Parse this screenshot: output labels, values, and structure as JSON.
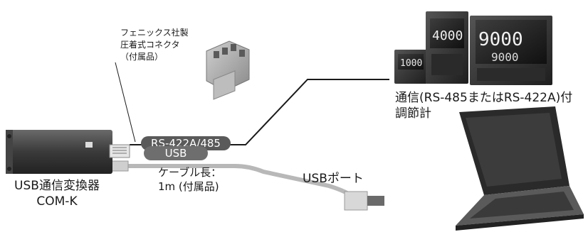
{
  "connector": {
    "line1": "フェニックス社製",
    "line2": "圧着式コネクタ",
    "line3": "（付属品）"
  },
  "cables": {
    "rs_label": "RS-422A/485",
    "usb_label": "USB",
    "cable_len_line1": "ケーブル長：",
    "cable_len_line2": "1m (付属品)"
  },
  "converter": {
    "line1": "USB通信変換器",
    "line2": "COM-K"
  },
  "usb_port_label": "USBポート",
  "controller": {
    "line1": "通信(RS-485またはRS-422A)付",
    "line2": "調節計",
    "display_big_pv": "9000",
    "display_big_sv": "9000",
    "display_mid": "4000",
    "display_small": "1000"
  },
  "colors": {
    "rs_cable": "#1a1a1a",
    "usb_cable": "#b8b8b8",
    "pill": "#5a5a5a"
  }
}
